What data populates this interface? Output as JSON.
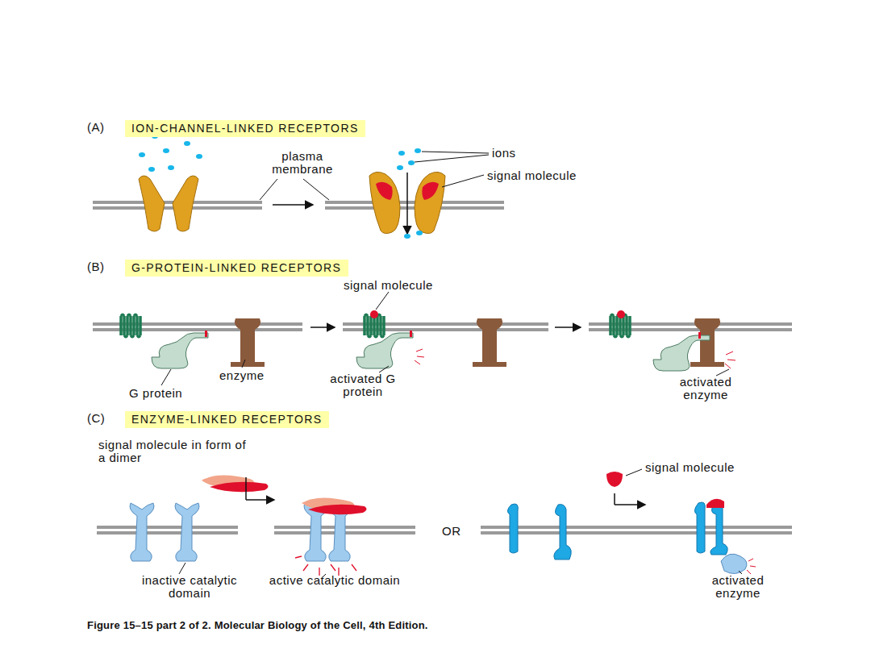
{
  "diagram": {
    "caption": "Figure 15–15 part 2 of 2. Molecular Biology of the Cell, 4th Edition.",
    "nodes": [
      {
        "text": [
          "ION-CHANNEL-LINKED RECEPTORS"
        ]
      },
      {
        "text": [
          "G-PROTEIN-LINKED RECEPTORS"
        ]
      },
      {
        "text": [
          "ENZYME-LINKED RECEPTORS"
        ]
      }
    ],
    "edges": [],
    "labels": [
      "(A)",
      "plasma membrane",
      "ions",
      "signal molecule",
      "(B)",
      "signal molecule",
      "G protein",
      "enzyme",
      "activated G protein",
      "activated enzyme",
      "(C)",
      "signal molecule in form of a dimer",
      "inactive catalytic domain",
      "active catalytic domain",
      "OR",
      "signal molecule",
      "activated enzyme"
    ]
  }
}
